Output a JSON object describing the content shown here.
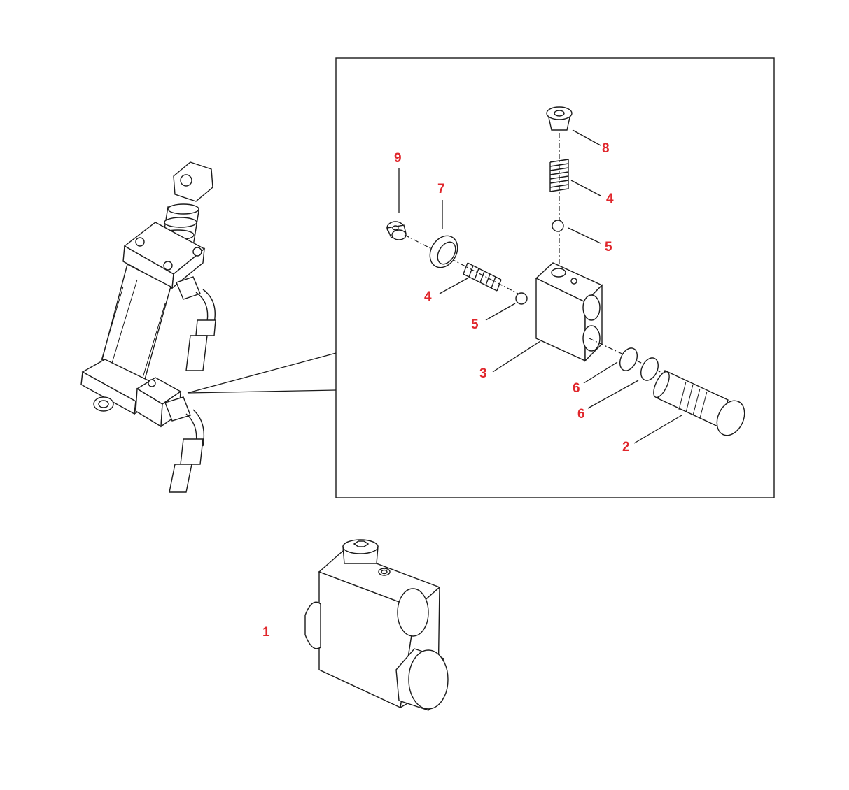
{
  "callouts": {
    "part_1": "1",
    "part_2": "2",
    "part_3": "3",
    "part_4_upper": "4",
    "part_4_lower": "4",
    "part_5_upper": "5",
    "part_5_lower": "5",
    "part_6_upper": "6",
    "part_6_lower": "6",
    "part_7": "7",
    "part_8": "8",
    "part_9": "9"
  },
  "colors": {
    "callout_text": "#e0262b",
    "line_art": "#1a1a1a",
    "background": "#ffffff"
  }
}
